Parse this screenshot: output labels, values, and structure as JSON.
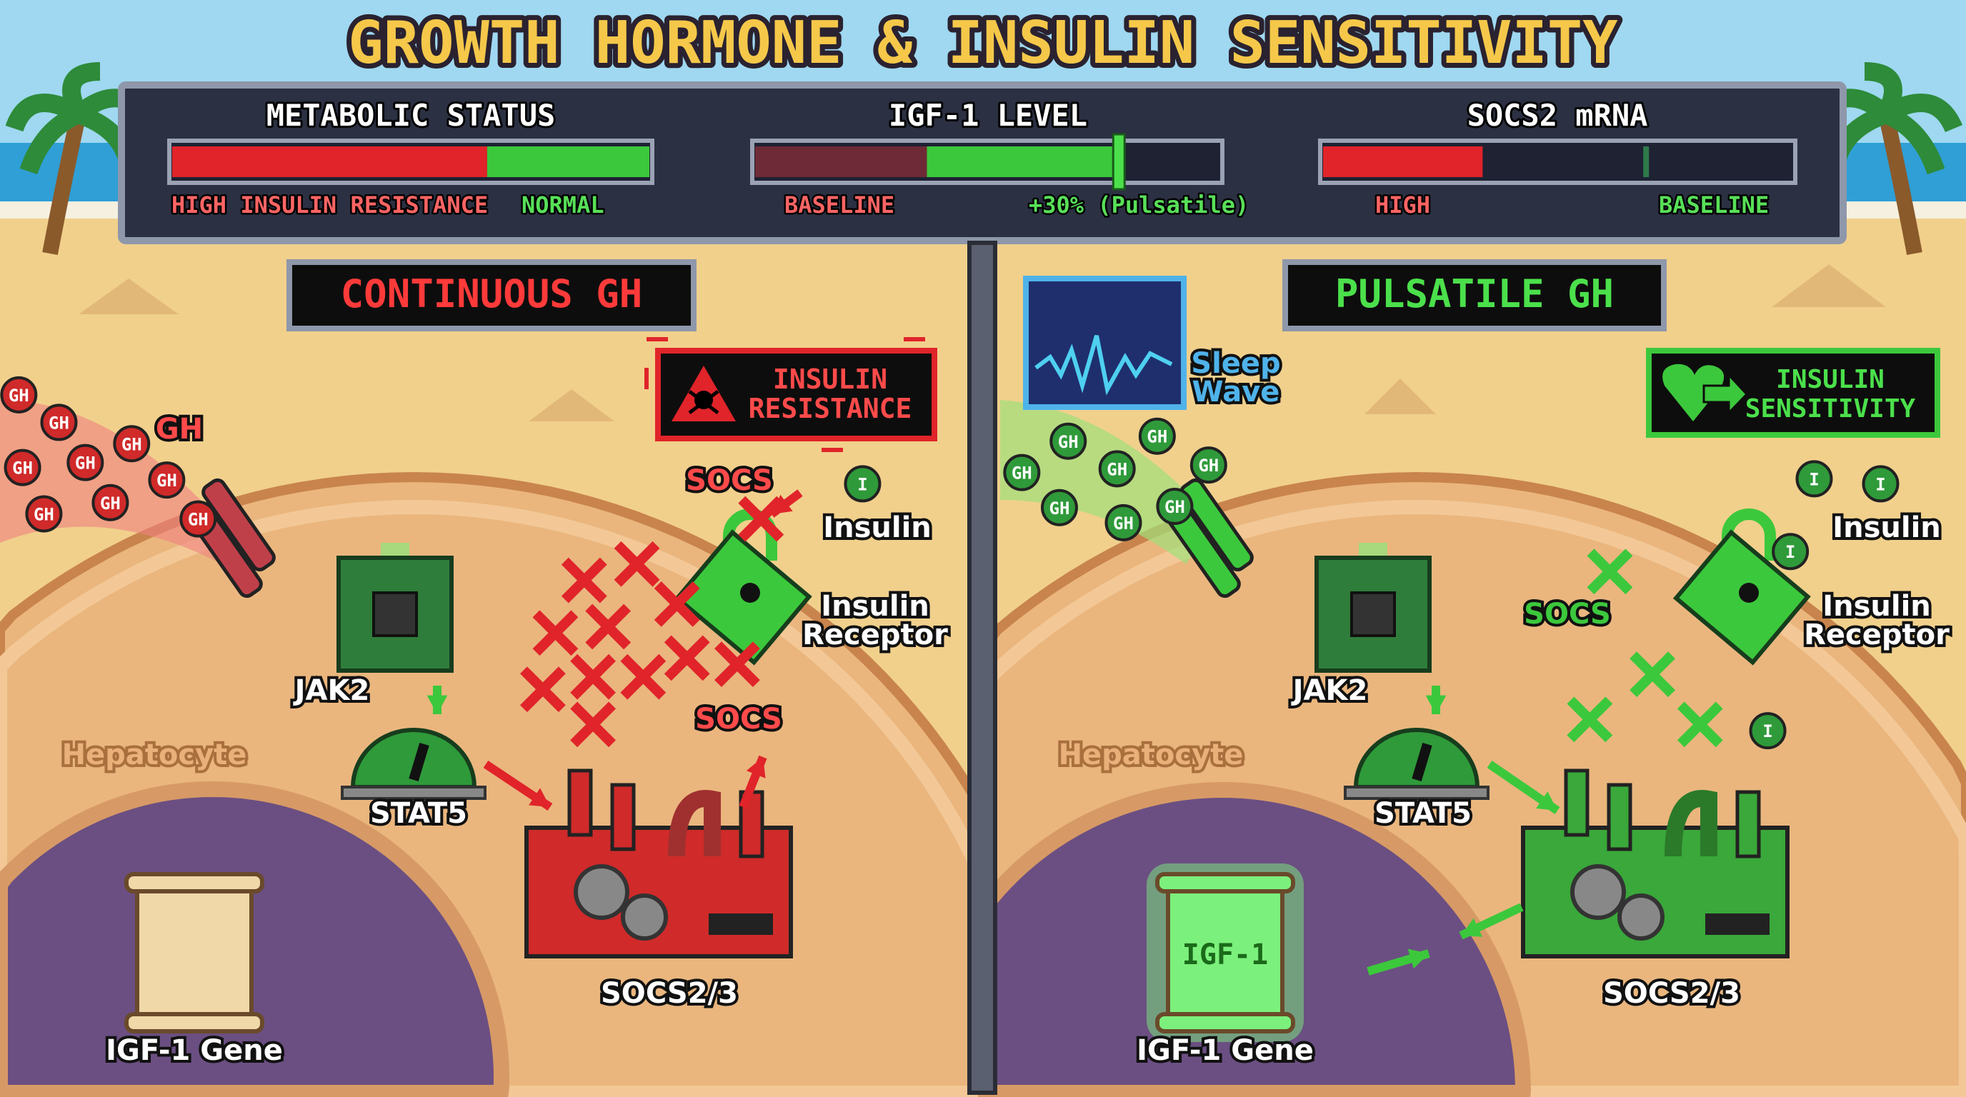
{
  "title": "GROWTH HORMONE & INSULIN SENSITIVITY",
  "colors": {
    "red": "#e0242a",
    "green": "#3cc83c",
    "panel": "#2b3042",
    "sand": "#f1d08c",
    "nucleus": "#6b4f82",
    "blue": "#4fb3ea"
  },
  "status_panel": {
    "metabolic": {
      "title": "METABOLIC STATUS",
      "left_label": "HIGH INSULIN RESISTANCE",
      "right_label": "NORMAL",
      "red_fraction": 0.66
    },
    "igf1": {
      "title": "IGF-1 LEVEL",
      "left_label": "BASELINE",
      "right_label": "+30% (Pulsatile)",
      "baseline_fraction": 0.37,
      "level_fraction": 0.78
    },
    "socs2": {
      "title": "SOCS2 mRNA",
      "left_label": "HIGH",
      "right_label": "BASELINE",
      "high_fraction": 0.34,
      "baseline_marker_fraction": 0.68
    }
  },
  "left": {
    "heading": "CONTINUOUS GH",
    "alert_line1": "INSULIN",
    "alert_line2": "RESISTANCE",
    "alert_icon": "skull-warning-icon",
    "gh_label": "GH",
    "molecule_text": "GH",
    "insulin_symbol": "I",
    "socs_top": "SOCS",
    "socs_bottom": "SOCS",
    "insulin": "Insulin",
    "receptor_line1": "Insulin",
    "receptor_line2": "Receptor",
    "jak2": "JAK2",
    "stat5": "STAT5",
    "hepatocyte": "Hepatocyte",
    "factory": "SOCS2/3",
    "gene": "IGF-1 Gene"
  },
  "right": {
    "heading": "PULSATILE GH",
    "sleep_line1": "Sleep",
    "sleep_line2": "Wave",
    "sens_line1": "INSULIN",
    "sens_line2": "SENSITIVITY",
    "sens_icon": "heart-arrow-icon",
    "molecule_text": "GH",
    "insulin_symbol": "I",
    "socs": "SOCS",
    "insulin": "Insulin",
    "receptor_line1": "Insulin",
    "receptor_line2": "Receptor",
    "jak2": "JAK2",
    "stat5": "STAT5",
    "hepatocyte": "Hepatocyte",
    "factory": "SOCS2/3",
    "gene": "IGF-1 Gene",
    "scroll_text": "IGF-1"
  }
}
